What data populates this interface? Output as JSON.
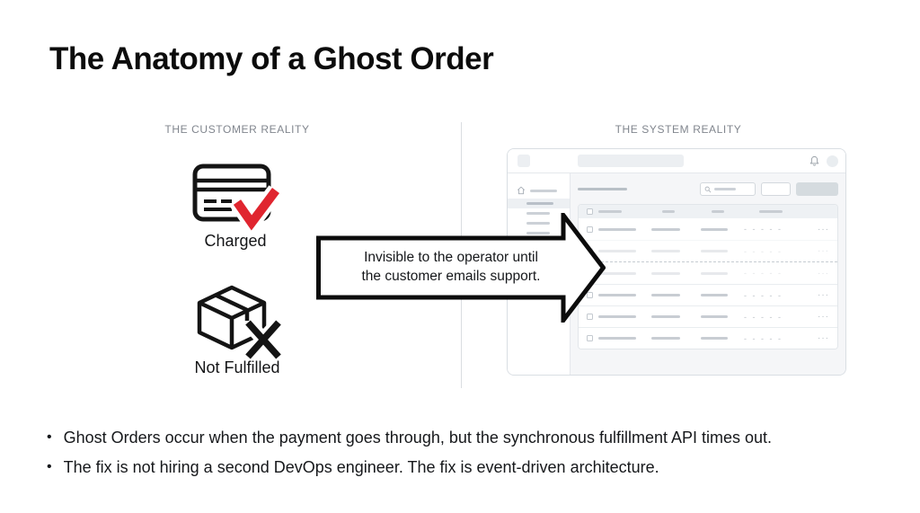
{
  "title": "The Anatomy of a Ghost Order",
  "colors": {
    "check_red": "#e0252f",
    "icon_ink": "#141414",
    "muted_label": "#81868e",
    "wireframe_border": "#d9dee3",
    "wireframe_fill": "#eceff2"
  },
  "customer": {
    "section_label": "THE CUSTOMER REALITY",
    "items": [
      {
        "icon": "credit-card-check-icon",
        "label": "Charged"
      },
      {
        "icon": "package-x-icon",
        "label": "Not Fulfilled"
      }
    ]
  },
  "arrow": {
    "line1": "Invisible to the operator until",
    "line2": "the customer emails support."
  },
  "system": {
    "section_label": "THE SYSTEM REALITY",
    "mockup": {
      "table_rows": [
        "normal",
        "ghost",
        "divider",
        "ghost",
        "normal",
        "normal",
        "normal"
      ],
      "dashes_glyph": "- - - - -",
      "ellipsis_glyph": "···"
    }
  },
  "bullets": [
    "Ghost Orders occur when the payment goes through, but the synchronous fulfillment API times out.",
    "The fix is not hiring a second DevOps engineer. The fix is event-driven architecture."
  ]
}
